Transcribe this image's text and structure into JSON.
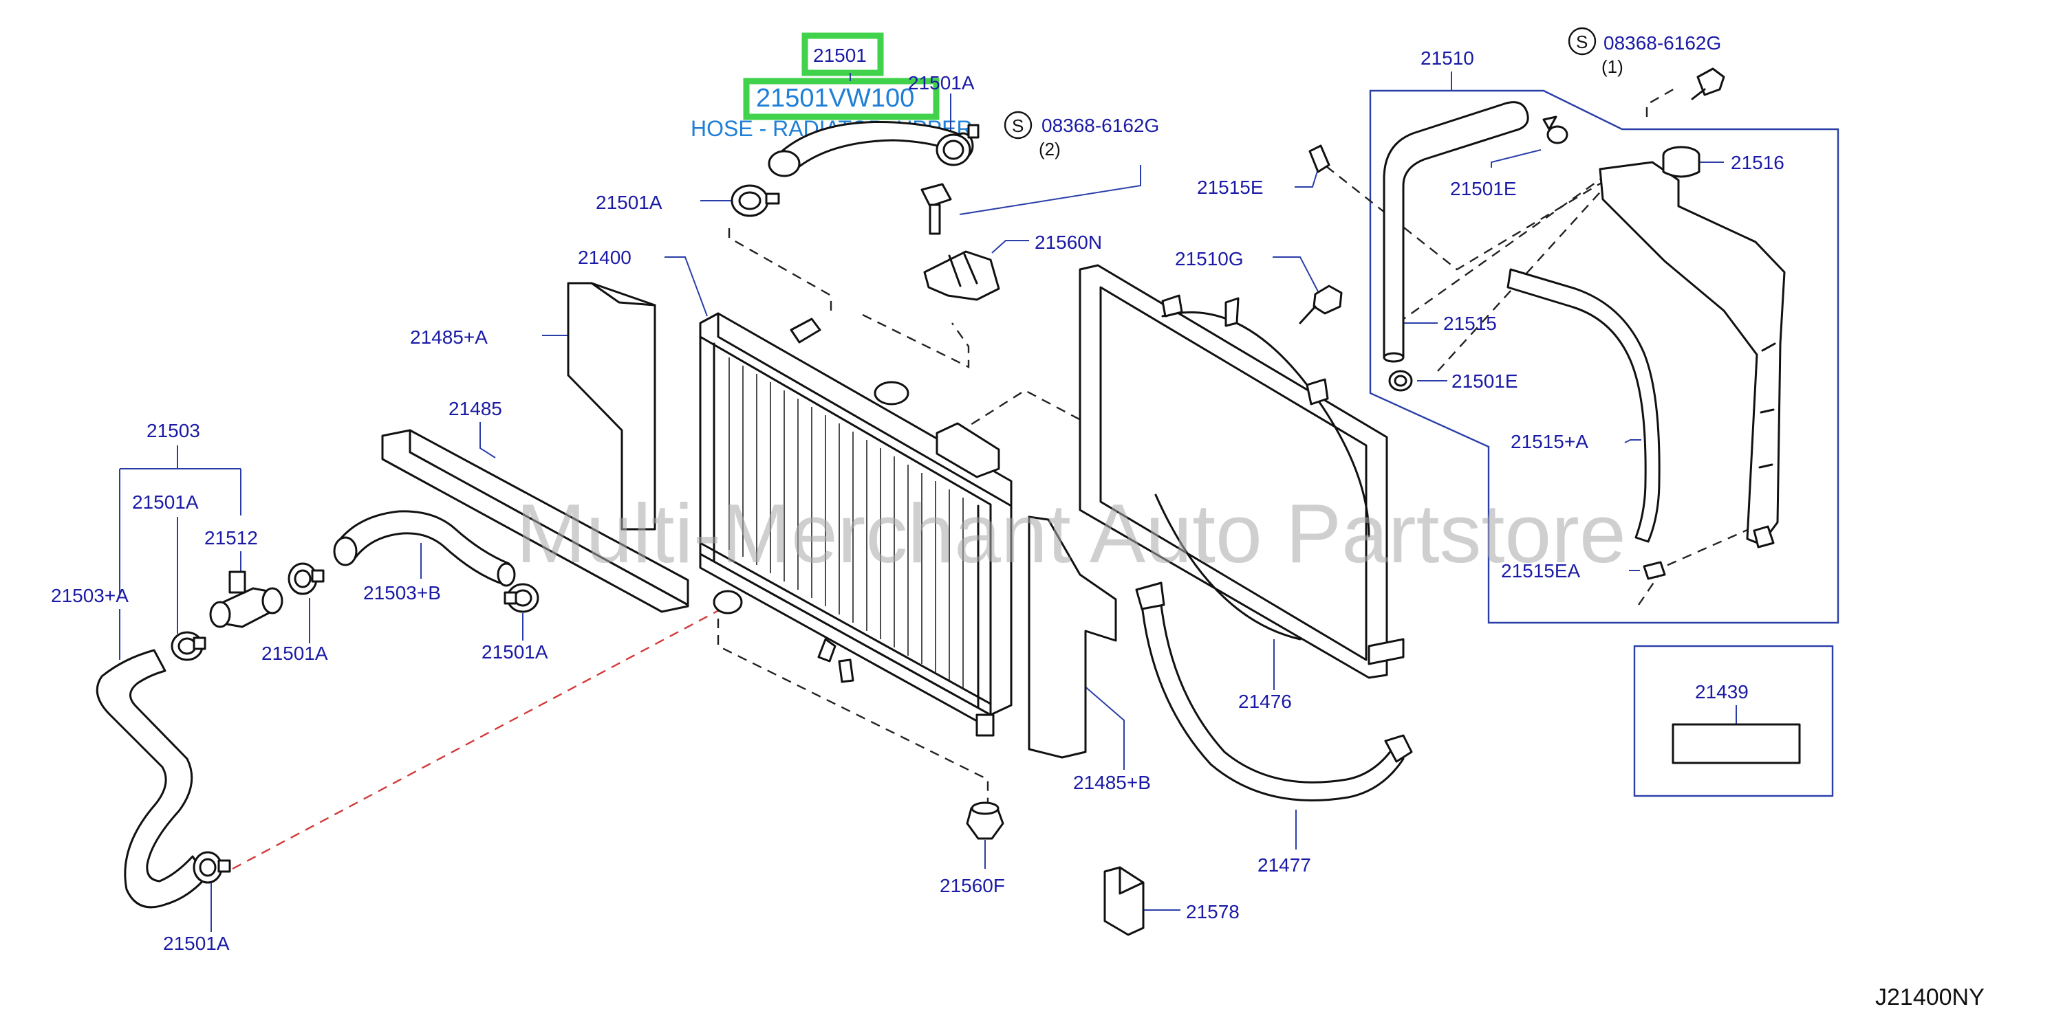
{
  "diagram_code": "J21400NY",
  "watermark": "Multi-Merchant Auto Partstore",
  "highlight": {
    "part_no": "21501",
    "oem_no": "21501VW100",
    "description": "HOSE - RADIATOR, UPPER"
  },
  "screw_marks": [
    {
      "symbol": "S",
      "part": "08368-6162G",
      "qty": "(1)"
    },
    {
      "symbol": "S",
      "part": "08368-6162G",
      "qty": "(2)"
    }
  ],
  "labels": {
    "p21501A_top": "21501A",
    "p21501A_left": "21501A",
    "p21400": "21400",
    "p21560N": "21560N",
    "p21485A": "21485+A",
    "p21485": "21485",
    "p21503": "21503",
    "p21501A_a": "21501A",
    "p21512": "21512",
    "p21503A": "21503+A",
    "p21503B": "21503+B",
    "p21501A_b": "21501A",
    "p21501A_c": "21501A",
    "p21501A_bottom": "21501A",
    "p21560F": "21560F",
    "p21485B": "21485+B",
    "p21578": "21578",
    "p21510": "21510",
    "p21515E": "21515E",
    "p21501E_top": "21501E",
    "p21516": "21516",
    "p21510G": "21510G",
    "p21515": "21515",
    "p21501E_bottom": "21501E",
    "p21515A": "21515+A",
    "p21515EA": "21515EA",
    "p21476": "21476",
    "p21477": "21477",
    "p21439": "21439"
  },
  "colors": {
    "label_blue": "#1a1aa6",
    "highlight_green": "#3fd24a",
    "highlight_text": "#1f7fd6",
    "red_dash": "#d23a3a"
  }
}
